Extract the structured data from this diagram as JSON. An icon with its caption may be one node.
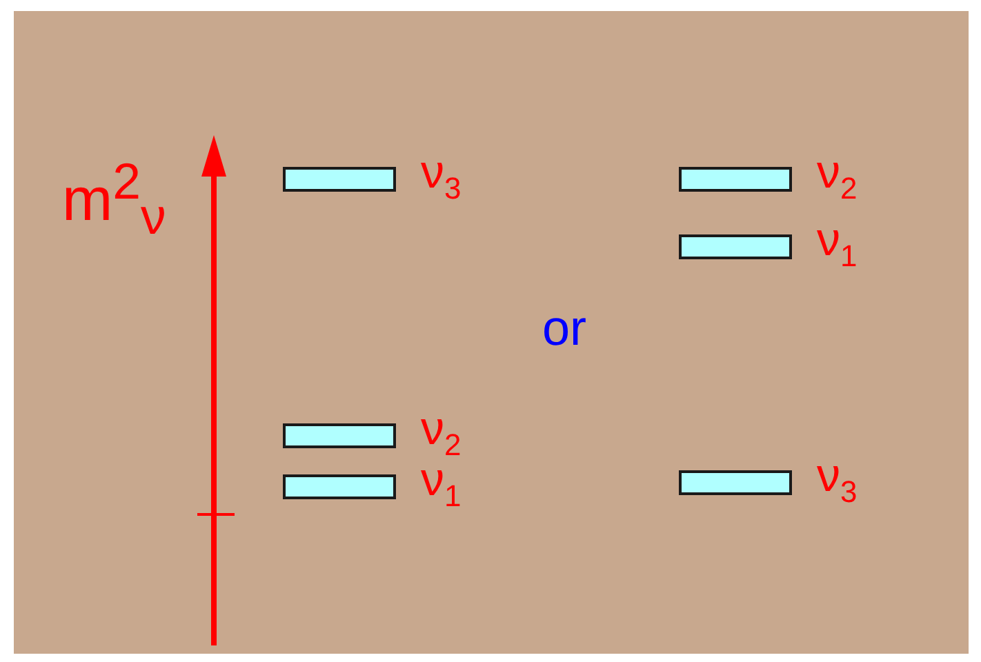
{
  "diagram": {
    "nodes": [
      {
        "text": [],
        "shape": "bar",
        "beside": [
          "ν$_{3}$"
        ]
      },
      {
        "text": [],
        "shape": "bar",
        "beside": [
          "ν$_{2}$"
        ]
      },
      {
        "text": [],
        "shape": "bar",
        "beside": [
          "ν$_{1}$"
        ]
      },
      {
        "text": [],
        "shape": "bar",
        "beside": [
          "ν$_{2}$"
        ]
      },
      {
        "text": [],
        "shape": "bar",
        "beside": [
          "ν$_{1}$"
        ]
      },
      {
        "text": [],
        "shape": "bar",
        "beside": [
          "ν$_{3}$"
        ]
      }
    ],
    "labels": [
      "m$^{2}$$_{ν}$",
      "or"
    ]
  }
}
